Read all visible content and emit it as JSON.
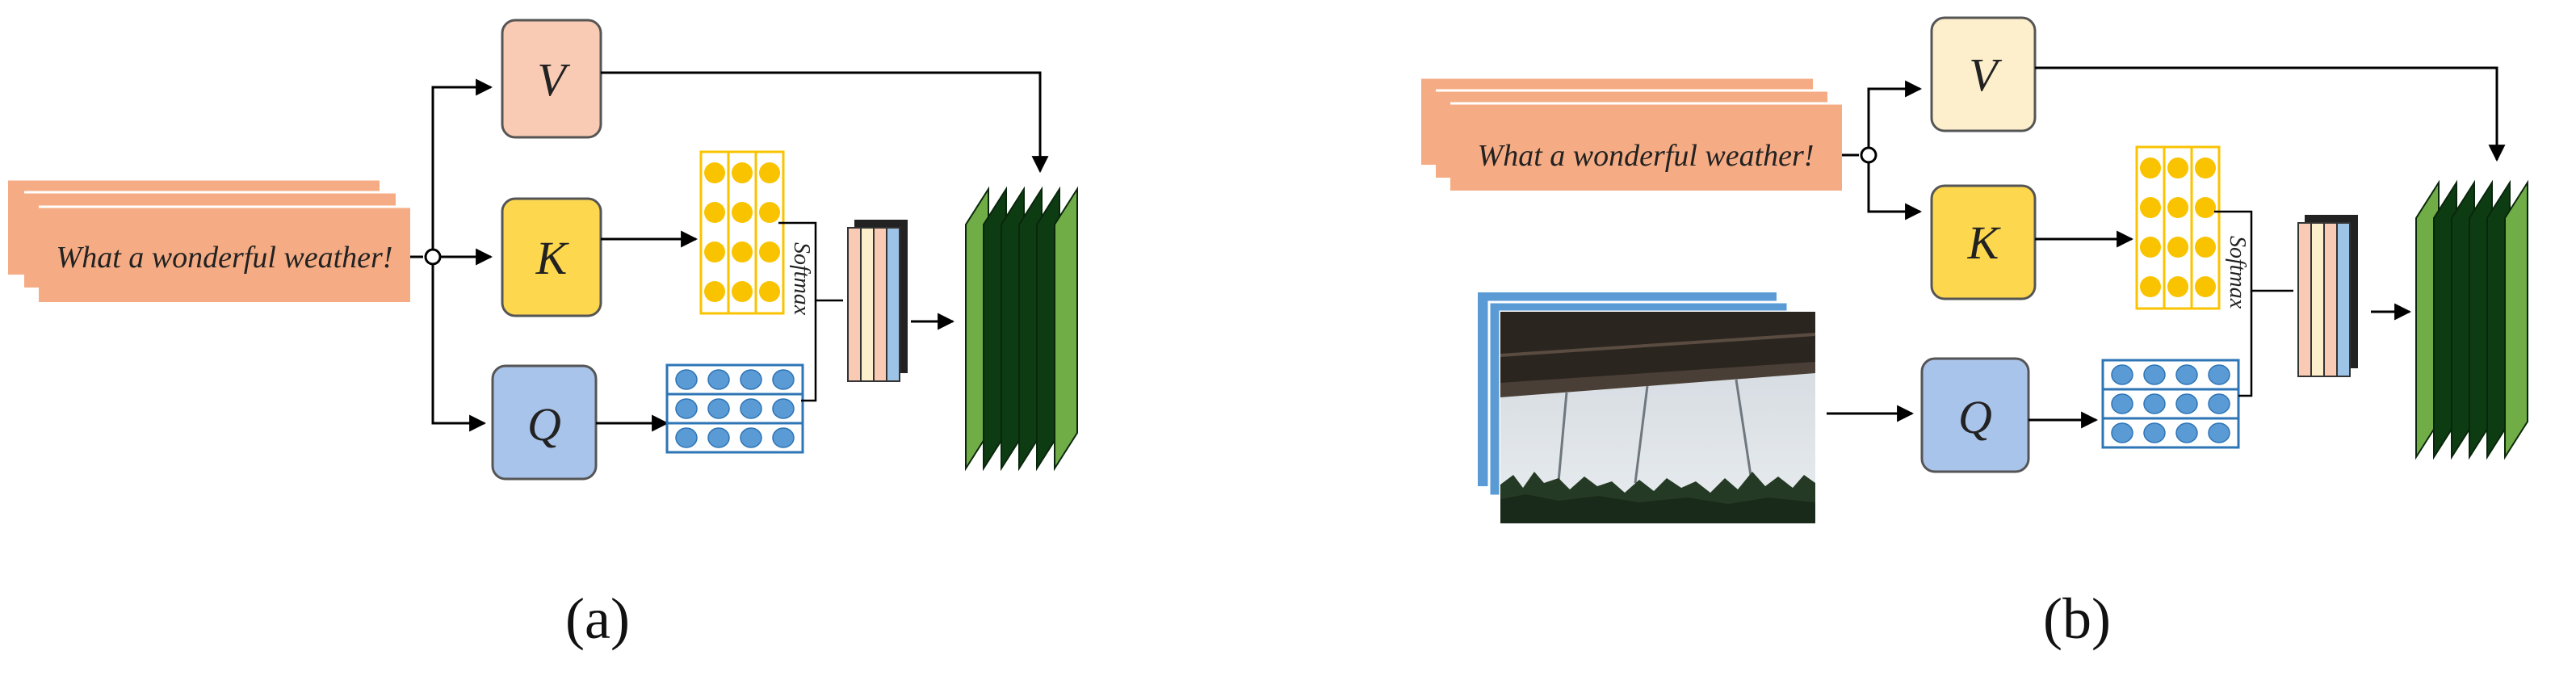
{
  "colors": {
    "salmon": "#F5AC84",
    "v_a": "#F9CBB4",
    "v_b": "#FDEFCB",
    "k": "#FDD84E",
    "q": "#A9C4EA",
    "vec_yellow": "#F9C300",
    "vec_blue": "#5B9BD5",
    "blue_dark": "#2E75B6",
    "green_light": "#70AD47",
    "green_dark": "#0D3B12",
    "line": "#000000"
  },
  "panel_a": {
    "text": "What a wonderful weather!",
    "v": "V",
    "k": "K",
    "q": "Q",
    "softmax": "Softmax",
    "caption": "(a)"
  },
  "panel_b": {
    "text": "What a wonderful weather!",
    "v": "V",
    "k": "K",
    "q": "Q",
    "softmax": "Softmax",
    "caption": "(b)",
    "image": "photo-of-roof-edge-sky-and-trees"
  }
}
